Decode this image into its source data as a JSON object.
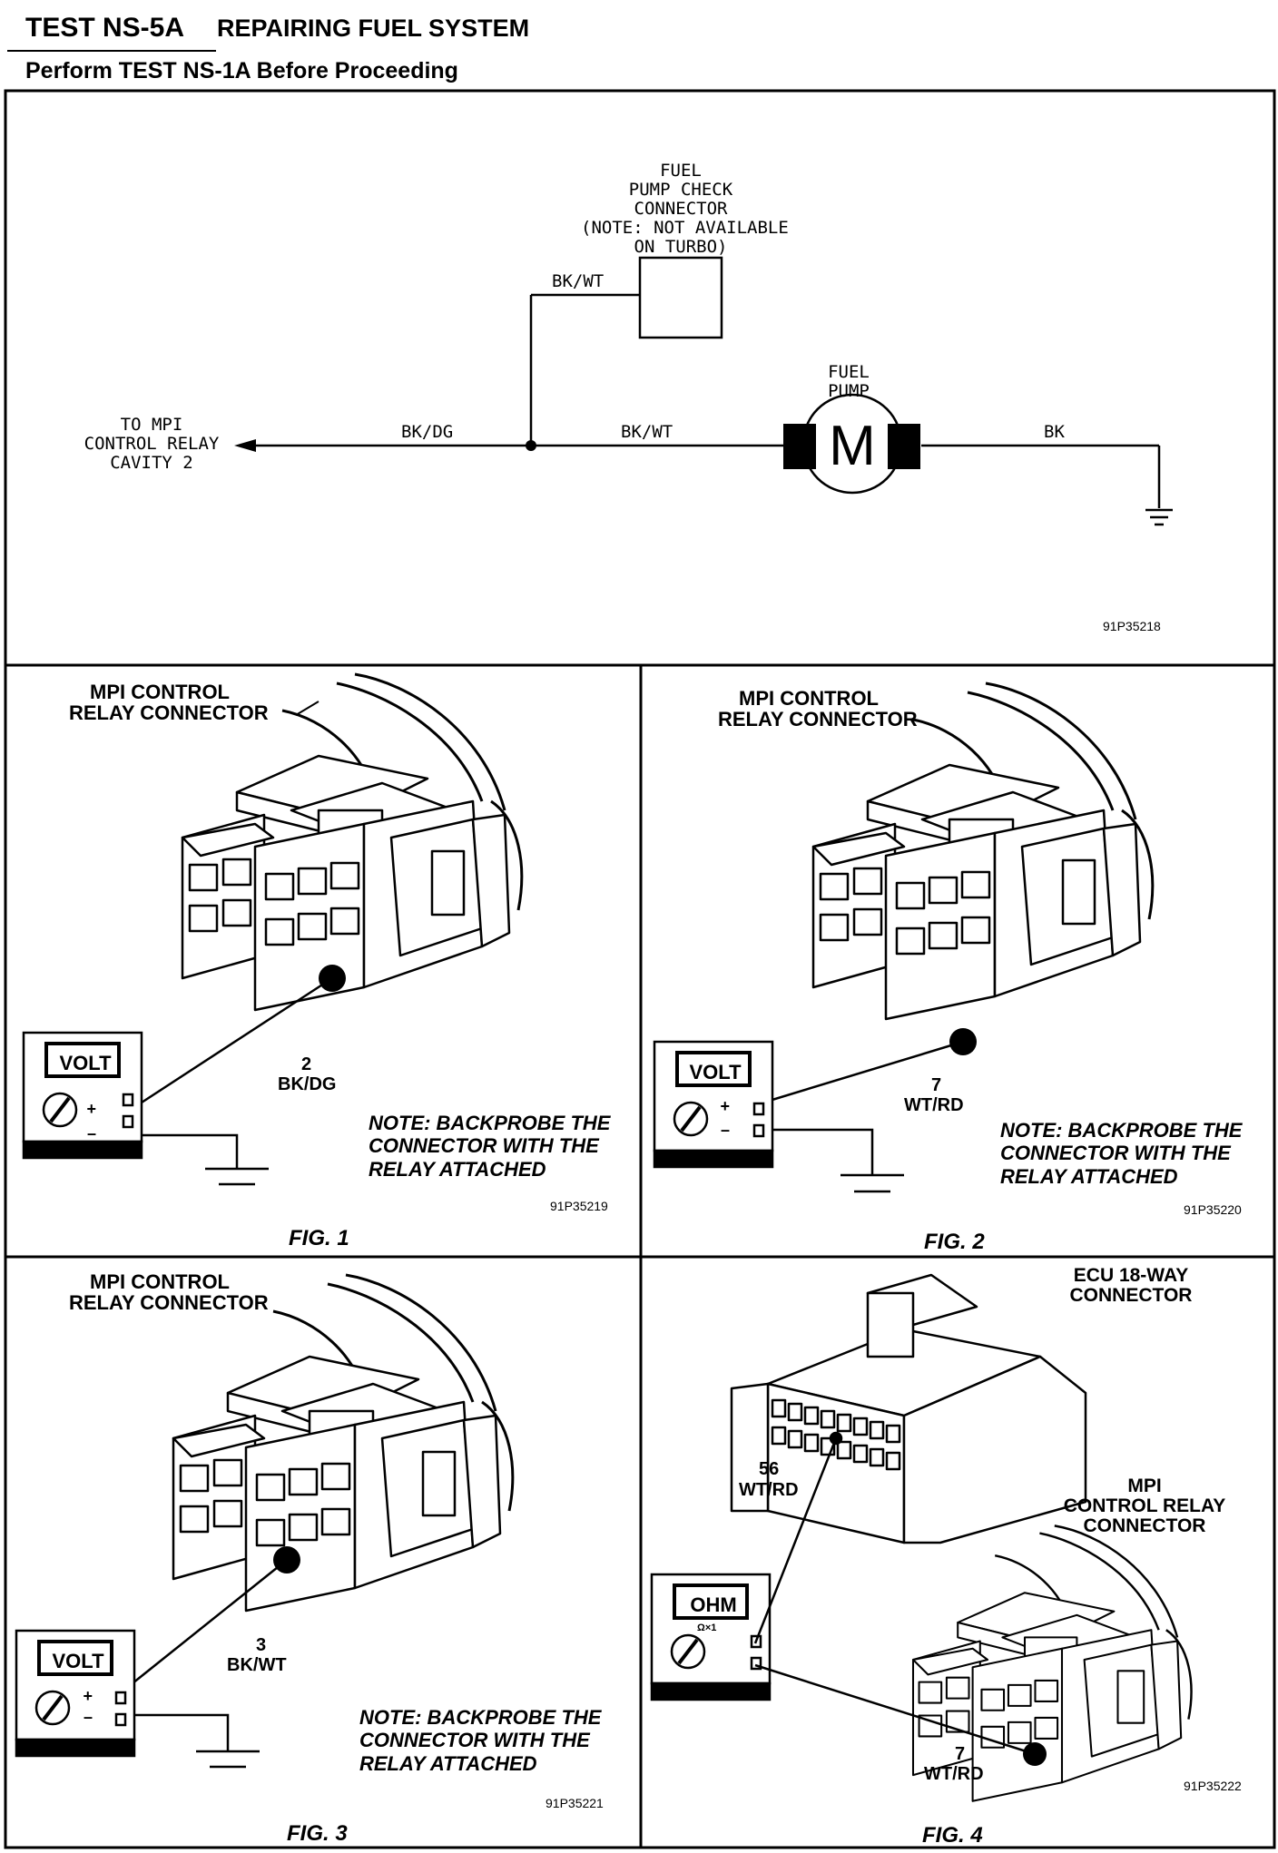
{
  "header": {
    "title": "TEST NS-5A",
    "subtitle": "REPAIRING FUEL SYSTEM",
    "prereq": "Perform TEST NS-1A Before Proceeding"
  },
  "schematic": {
    "check_connector_label": [
      "FUEL",
      "PUMP CHECK",
      "CONNECTOR",
      "(NOTE: NOT AVAILABLE",
      "ON TURBO)"
    ],
    "wire_check": "BK/WT",
    "relay_label": [
      "TO MPI",
      "CONTROL RELAY",
      "CAVITY 2"
    ],
    "wire_relay": "BK/DG",
    "wire_pump_in": "BK/WT",
    "pump_label": [
      "FUEL",
      "PUMP"
    ],
    "motor_symbol": "M",
    "wire_ground": "BK",
    "code": "91P35218"
  },
  "figures": [
    {
      "caption": "FIG. 1",
      "connector_label": [
        "MPI CONTROL",
        "RELAY CONNECTOR"
      ],
      "meter": "VOLT",
      "pin": "2",
      "wire": "BK/DG",
      "note": [
        "NOTE: BACKPROBE THE",
        "CONNECTOR WITH THE",
        "RELAY ATTACHED"
      ],
      "code": "91P35219"
    },
    {
      "caption": "FIG. 2",
      "connector_label": [
        "MPI CONTROL",
        "RELAY CONNECTOR"
      ],
      "meter": "VOLT",
      "pin": "7",
      "wire": "WT/RD",
      "note": [
        "NOTE: BACKPROBE THE",
        "CONNECTOR WITH THE",
        "RELAY ATTACHED"
      ],
      "code": "91P35220"
    },
    {
      "caption": "FIG. 3",
      "connector_label": [
        "MPI CONTROL",
        "RELAY CONNECTOR"
      ],
      "meter": "VOLT",
      "pin": "3",
      "wire": "BK/WT",
      "note": [
        "NOTE: BACKPROBE THE",
        "CONNECTOR WITH THE",
        "RELAY ATTACHED"
      ],
      "code": "91P35221"
    },
    {
      "caption": "FIG. 4",
      "ecu_label": [
        "ECU 18-WAY",
        "CONNECTOR"
      ],
      "ecu_pin": "56",
      "ecu_wire": "WT/RD",
      "connector_label": [
        "MPI",
        "CONTROL RELAY",
        "CONNECTOR"
      ],
      "meter": "OHM",
      "meter_range": "Ω×1",
      "pin": "7",
      "wire": "WT/RD",
      "code": "91P35222"
    }
  ]
}
